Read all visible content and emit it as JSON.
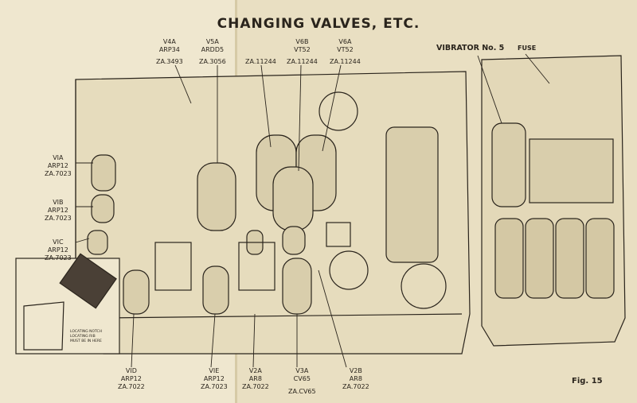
{
  "title": "CHANGING VALVES, ETC.",
  "figure": "Fig. 15",
  "labels": {
    "v4a": {
      "name": "V4A",
      "type": "ARP34",
      "part": "ZA.3493"
    },
    "v5a": {
      "name": "V5A",
      "type": "ARDD5",
      "part": "ZA.3056"
    },
    "v_mid": {
      "part": "ZA.11244"
    },
    "v6b": {
      "name": "V6B",
      "type": "VT52",
      "part": "ZA.11244"
    },
    "v6a": {
      "name": "V6A",
      "type": "VT52",
      "part": "ZA.11244"
    },
    "v1a": {
      "name": "VIA",
      "type": "ARP12",
      "part": "ZA.7023"
    },
    "v1b": {
      "name": "VIB",
      "type": "ARP12",
      "part": "ZA.7023"
    },
    "v1c": {
      "name": "VIC",
      "type": "ARP12",
      "part": "ZA.7023"
    },
    "v1d": {
      "name": "VID",
      "type": "ARP12",
      "part": "ZA.7022"
    },
    "v1e": {
      "name": "VIE",
      "type": "ARP12",
      "part": "ZA.7023"
    },
    "v2a": {
      "name": "V2A",
      "type": "AR8",
      "part": "ZA.7022"
    },
    "v3a": {
      "name": "V3A",
      "type": "CV65",
      "part": "ZA.CV65"
    },
    "v2b": {
      "name": "V2B",
      "type": "AR8",
      "part": "ZA.7022"
    },
    "vibrator": "VIBRATOR No. 5",
    "fuse": "FUSE"
  },
  "inset": {
    "line1": "LOCATING NOTCH",
    "line2": "LOCATING RIB",
    "line3": "MUST BE IN HERE"
  }
}
